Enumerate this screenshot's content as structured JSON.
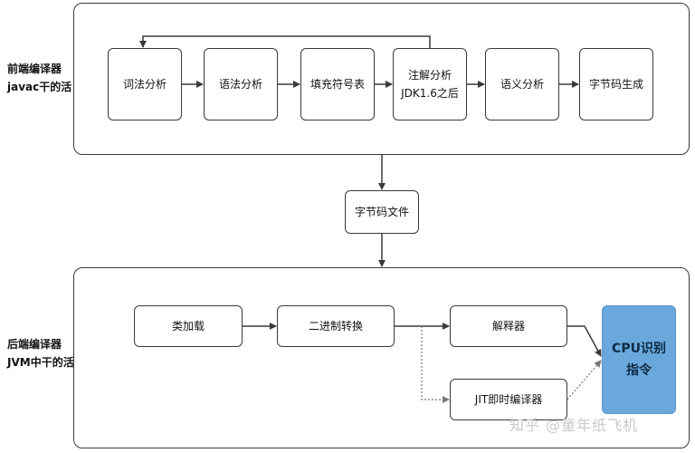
{
  "frontend": {
    "label_line1": "前端编译器",
    "label_line2": "javac干的活",
    "steps": [
      "词法分析",
      "语法分析",
      "填充符号表",
      "注解分析",
      "语义分析",
      "字节码生成"
    ],
    "annotation_sub": "JDK1.6之后"
  },
  "bytecode_file": "字节码文件",
  "backend": {
    "label_line1": "后端编译器",
    "label_line2": "JVM中干的活",
    "class_loading": "类加载",
    "binary_convert": "二进制转换",
    "interpreter": "解释器",
    "jit": "JIT即时编译器",
    "cpu_line1": "CPU识别",
    "cpu_line2": "指令"
  },
  "colors": {
    "cpu_fill": "#6aa8dc",
    "stroke": "#3a3a3a"
  },
  "watermark": "知乎 @童年纸飞机"
}
